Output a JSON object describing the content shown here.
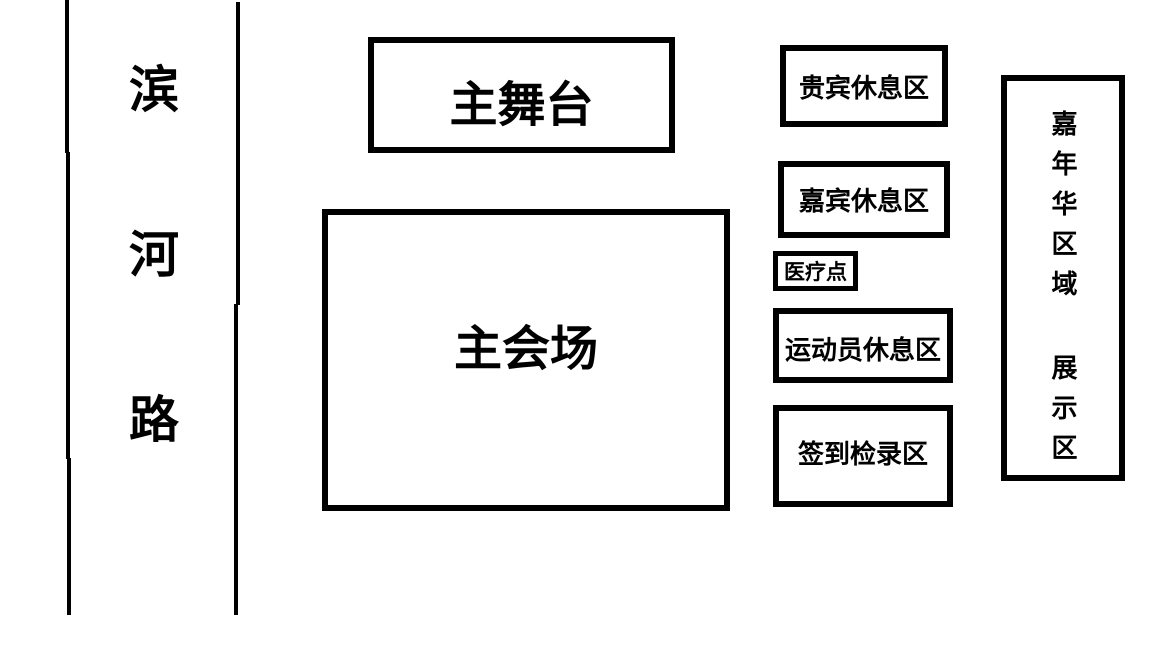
{
  "colors": {
    "ink": "#000000",
    "background": "#ffffff"
  },
  "road": {
    "name": "滨河路"
  },
  "areas": {
    "main_stage": {
      "label": "主舞台"
    },
    "main_hall": {
      "label": "主会场"
    },
    "vip_lounge": {
      "label": "贵宾休息区"
    },
    "guest_lounge": {
      "label": "嘉宾休息区"
    },
    "medical_point": {
      "label": "医疗点"
    },
    "athlete_lounge": {
      "label": "运动员休息区"
    },
    "checkin_area": {
      "label": "签到检录区"
    },
    "carnival_exhibition": {
      "line1": "嘉年华区域",
      "line2": "展示区"
    }
  }
}
